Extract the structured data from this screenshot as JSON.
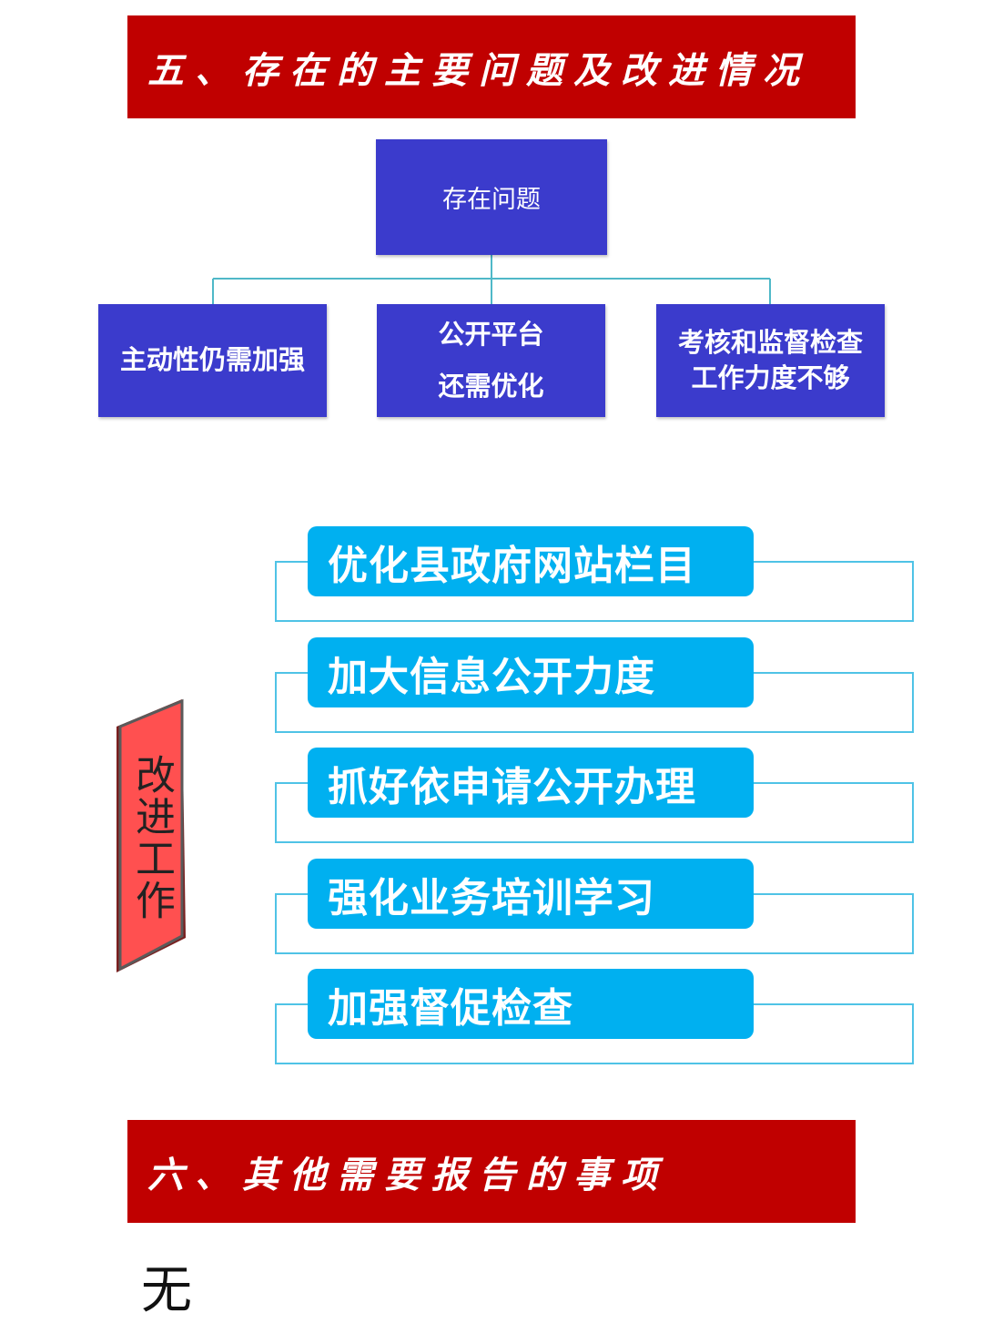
{
  "section5": {
    "title": "五、存在的主要问题及改进情况"
  },
  "problems": {
    "root": "存在问题",
    "children": [
      {
        "lines": [
          "主动性仍需加强"
        ]
      },
      {
        "lines": [
          "公开平台",
          "还需优化"
        ]
      },
      {
        "lines": [
          "考核和监督检查",
          "工作力度不够"
        ]
      }
    ]
  },
  "improvements": {
    "label": "改进工作",
    "items": [
      "优化县政府网站栏目",
      "加大信息公开力度",
      "抓好依申请公开办理",
      "强化业务培训学习",
      "加强督促检查"
    ]
  },
  "section6": {
    "title": "六、其他需要报告的事项",
    "content": "无"
  },
  "colors": {
    "banner": "#c00000",
    "box": "#3b3bcc",
    "pill": "#00b0f0",
    "outline": "#4fc3e6",
    "side_tag": "#ff5050"
  }
}
